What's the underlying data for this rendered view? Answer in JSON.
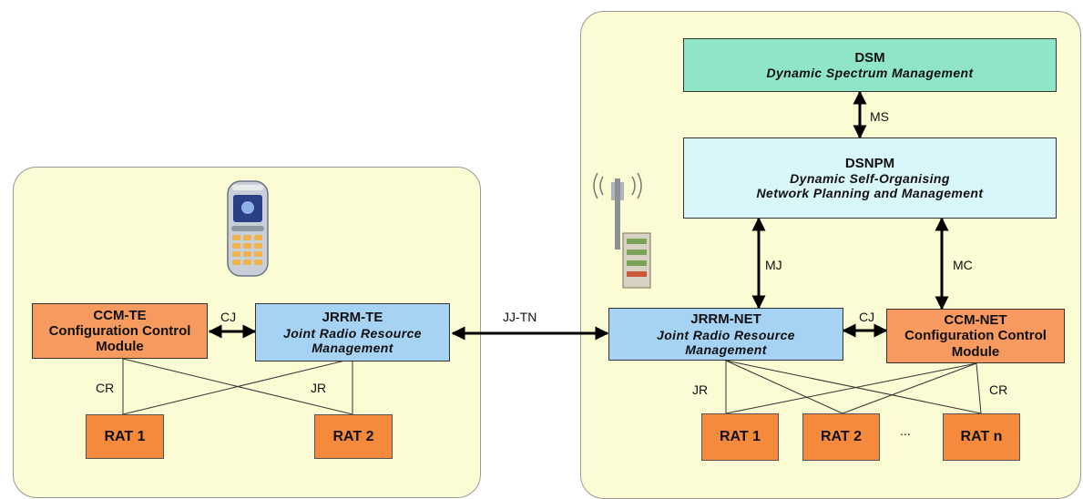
{
  "terminal": {
    "ccm": {
      "title": "CCM-TE",
      "sub": "Configuration Control Module"
    },
    "jrrm": {
      "title": "JRRM-TE",
      "sub": "Joint Radio Resource Management"
    },
    "rat1": "RAT 1",
    "rat2": "RAT 2",
    "cj": "CJ",
    "cr": "CR",
    "jr": "JR"
  },
  "link": {
    "jjtn": "JJ-TN"
  },
  "network": {
    "dsm": {
      "title": "DSM",
      "sub": "Dynamic Spectrum Management"
    },
    "dsnpm": {
      "title": "DSNPM",
      "sub1": "Dynamic Self-Organising",
      "sub2": "Network Planning and Management"
    },
    "jrrm": {
      "title": "JRRM-NET",
      "sub": "Joint Radio Resource Management"
    },
    "ccm": {
      "title": "CCM-NET",
      "sub": "Configuration Control Module"
    },
    "rat1": "RAT 1",
    "rat2": "RAT 2",
    "ratn": "RAT n",
    "dots": "...",
    "ms": "MS",
    "mj": "MJ",
    "mc": "MC",
    "cj": "CJ",
    "jr": "JR",
    "cr": "CR"
  },
  "colors": {
    "panel": "#fbfbd4",
    "orange": "#f79a60",
    "blue": "#a6d2f4",
    "teal": "#8ee6c6",
    "rat": "#f58a3c"
  },
  "icons": [
    "mobile-phone-icon",
    "base-station-icon"
  ]
}
